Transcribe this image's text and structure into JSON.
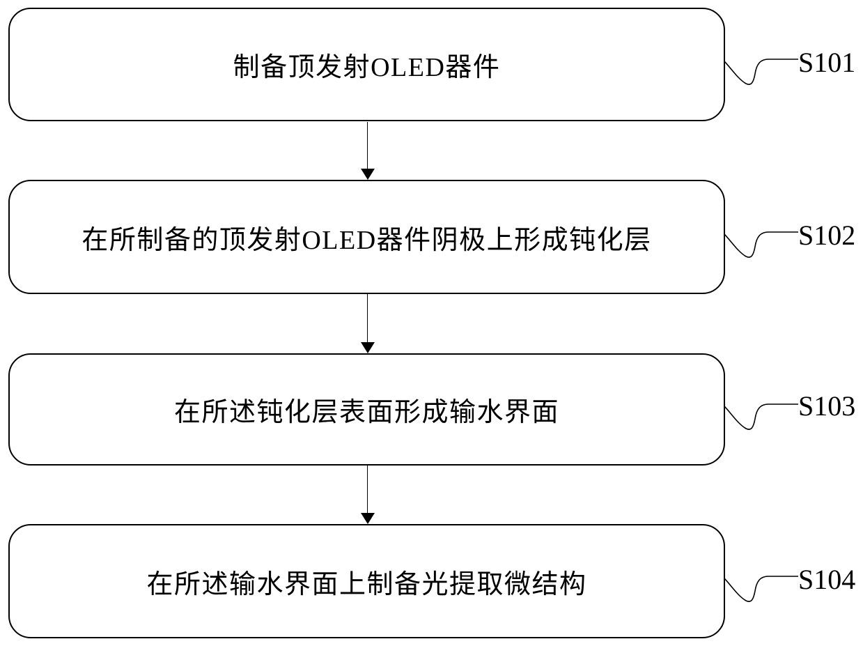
{
  "figure": {
    "type": "patent-flowchart",
    "background_color": "#ffffff",
    "line_color": "#000000"
  },
  "steps": [
    {
      "text": "制备顶发射OLED器件",
      "label": "S101"
    },
    {
      "text": "在所制备的顶发射OLED器件阴极上形成钝化层",
      "label": "S102"
    },
    {
      "text": "在所述钝化层表面形成输水界面",
      "label": "S103"
    },
    {
      "text": "在所述输水界面上制备光提取微结构",
      "label": "S104"
    }
  ]
}
